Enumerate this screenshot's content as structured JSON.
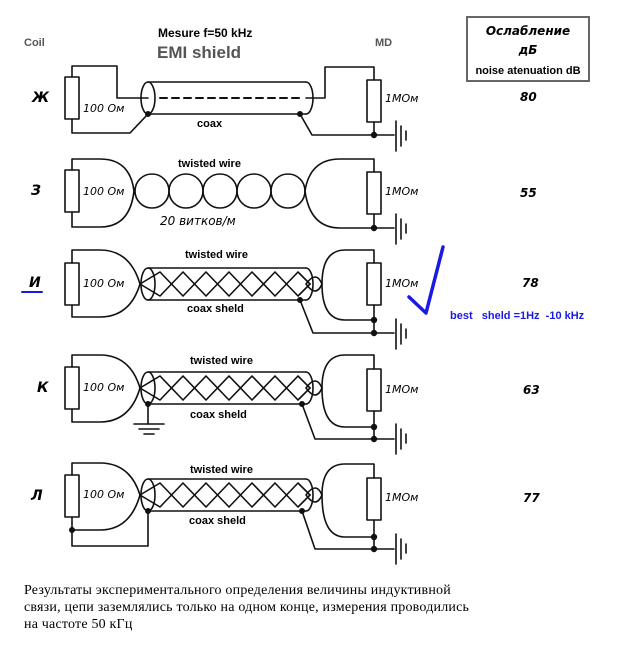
{
  "header": {
    "coil_label": "Coil",
    "md_label": "MD",
    "measure": "Mesure f=50 kHz",
    "title": "EMI shield"
  },
  "attenuation_header": {
    "russian": "Ослабление",
    "unit": "дБ",
    "english": "noise atenuation dB"
  },
  "rows": [
    {
      "letter": "Ж",
      "coil_resistor": "100 Ом",
      "md_resistor": "1МОм",
      "cable_top_label": "",
      "cable_bottom_label": "coax",
      "attenuation_db": "80",
      "type": "coax"
    },
    {
      "letter": "З",
      "coil_resistor": "100 Ом",
      "md_resistor": "1МОм",
      "cable_top_label": "twisted wire",
      "cable_bottom_label": "20 витков/м",
      "attenuation_db": "55",
      "type": "twisted"
    },
    {
      "letter": "И",
      "coil_resistor": "100 Ом",
      "md_resistor": "1МОм",
      "cable_top_label": "twisted wire",
      "cable_bottom_label": "coax sheld",
      "attenuation_db": "78",
      "type": "twisted-shield-md-ground",
      "highlighted": true
    },
    {
      "letter": "К",
      "coil_resistor": "100 Ом",
      "md_resistor": "1МОм",
      "cable_top_label": "twisted wire",
      "cable_bottom_label": "coax sheld",
      "attenuation_db": "63",
      "type": "twisted-shield-both-ground"
    },
    {
      "letter": "Л",
      "coil_resistor": "100 Ом",
      "md_resistor": "1МОм",
      "cable_top_label": "twisted wire",
      "cable_bottom_label": "coax sheld",
      "attenuation_db": "77",
      "type": "twisted-shield-coil-return"
    }
  ],
  "annotation": {
    "text": "best   sheld =1Hz  -10 kHz",
    "color": "#1a1ae6"
  },
  "caption": [
    "Результаты  экспериментального  определения  величины  индуктивной",
    "связи, цепи заземлялись только на одном конце, измерения проводились",
    "на  частоте 50 кГц"
  ]
}
